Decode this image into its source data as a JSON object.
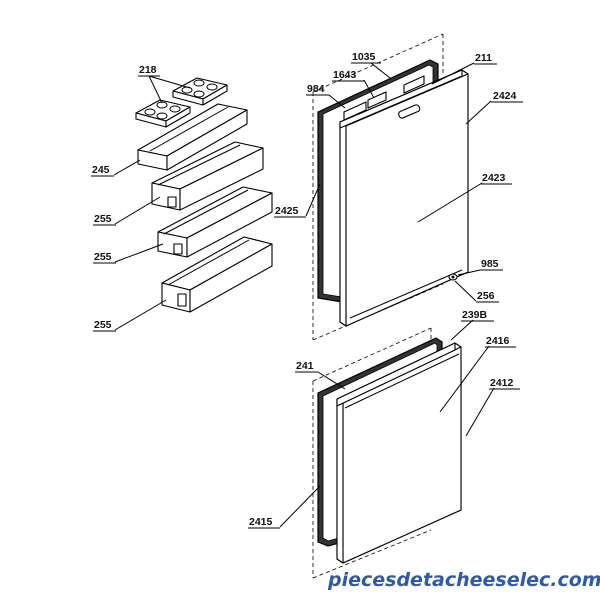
{
  "labels": {
    "l218": "218",
    "l245": "245",
    "l255a": "255",
    "l255b": "255",
    "l255c": "255",
    "l1035": "1035",
    "l1643": "1643",
    "l984": "984",
    "l211": "211",
    "l2424": "2424",
    "l2423": "2423",
    "l2425": "2425",
    "l985": "985",
    "l256": "256",
    "l239b": "239B",
    "l241": "241",
    "l2416": "2416",
    "l2412": "2412",
    "l2415": "2415"
  },
  "watermark": "piecesdetacheeselec.com"
}
